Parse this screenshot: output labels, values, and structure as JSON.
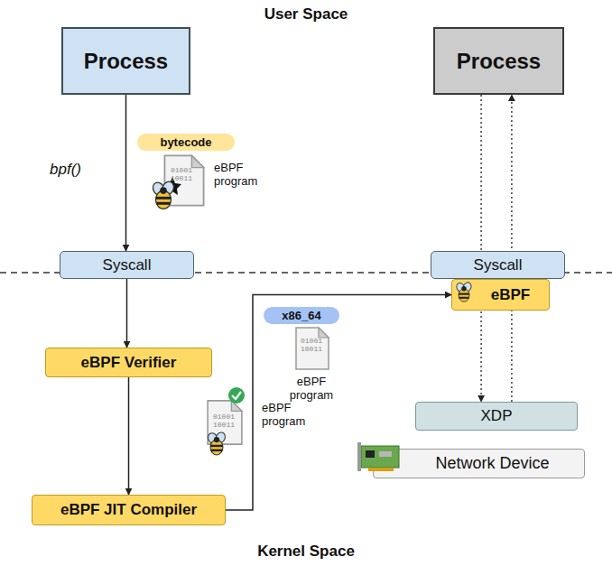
{
  "diagram": {
    "nodes": [
      {
        "text": [
          "Process"
        ]
      },
      {
        "text": [
          "Process"
        ]
      },
      {
        "text": [
          "bytecode"
        ]
      },
      {
        "text": [
          "Syscall"
        ]
      },
      {
        "text": [
          "Syscall"
        ]
      },
      {
        "text": [
          "eBPF"
        ]
      },
      {
        "text": [
          "x86_64"
        ]
      },
      {
        "text": [
          "eBPF Verifier"
        ]
      },
      {
        "text": [
          "XDP"
        ]
      },
      {
        "text": [
          "Network Device"
        ]
      },
      {
        "text": [
          "eBPF JIT Compiler"
        ]
      }
    ],
    "edges": [
      {
        "from": 0,
        "to": 3,
        "arrow": "to"
      },
      {
        "from": 3,
        "to": 7,
        "arrow": "to"
      },
      {
        "from": 7,
        "to": 10,
        "arrow": "to"
      },
      {
        "from": 10,
        "to": 5,
        "arrow": "to"
      },
      {
        "from": 1,
        "to": 8,
        "arrow": "to"
      },
      {
        "from": 8,
        "to": 1,
        "arrow": "to"
      }
    ],
    "labels": [
      "User Space",
      "bpf()",
      "01001 10011",
      "eBPF program",
      "01001 10011",
      "eBPF program",
      "01001 10011",
      "eBPF program",
      "Kernel Space"
    ]
  }
}
